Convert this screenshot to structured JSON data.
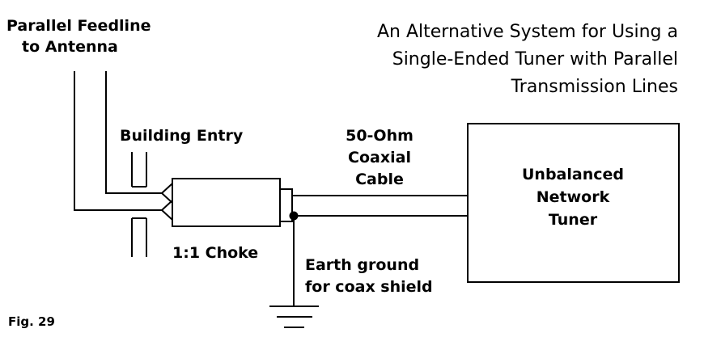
{
  "title_lines": [
    "An Alternative System for Using a",
    "Single-Ended Tuner with Parallel",
    "Transmission Lines"
  ],
  "labels": {
    "feedline_line1": "Parallel Feedline",
    "feedline_line2": "to Antenna",
    "building_entry": "Building Entry",
    "coax_line1": "50-Ohm",
    "coax_line2": "Coaxial",
    "coax_line3": "Cable",
    "tuner_line1": "Unbalanced",
    "tuner_line2": "Network",
    "tuner_line3": "Tuner",
    "choke": "1:1 Choke",
    "ground_line1": "Earth ground",
    "ground_line2": "for coax shield",
    "figure": "Fig. 29"
  },
  "colors": {
    "line": "#000000",
    "background": "#ffffff"
  }
}
